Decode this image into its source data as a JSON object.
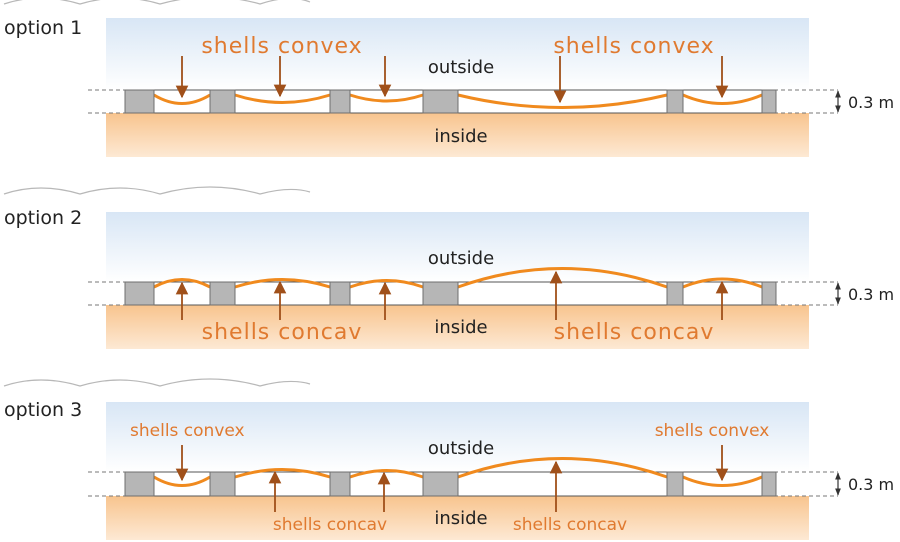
{
  "labels": {
    "outside": "outside",
    "inside": "inside",
    "thickness": "0.3 m"
  },
  "colors": {
    "shell_line": "#f08a1e",
    "arrow": "#a0501a",
    "label_text": "#e07a30",
    "pillar_fill": "#b6b6b6",
    "pillar_stroke": "#6f6f6f",
    "sky_top": "#dde9f6",
    "ground": "#f9c793",
    "cloud_stroke": "#b8b8b8"
  },
  "options": [
    {
      "title": "option 1",
      "shell_labels": [
        "shells convex",
        "shells convex"
      ],
      "spans": [
        {
          "direction": "convex",
          "label_index": 0
        },
        {
          "direction": "convex",
          "label_index": 0
        },
        {
          "direction": "convex",
          "label_index": 0
        },
        {
          "direction": "convex",
          "label_index": 1
        },
        {
          "direction": "convex",
          "label_index": 1
        }
      ]
    },
    {
      "title": "option 2",
      "shell_labels": [
        "shells concav",
        "shells concav"
      ],
      "spans": [
        {
          "direction": "concave",
          "label_index": 0
        },
        {
          "direction": "concave",
          "label_index": 0
        },
        {
          "direction": "concave",
          "label_index": 0
        },
        {
          "direction": "concave",
          "label_index": 1
        },
        {
          "direction": "concave",
          "label_index": 1
        }
      ]
    },
    {
      "title": "option 3",
      "shell_labels": [
        "shells convex",
        "shells concav",
        "shells concav",
        "shells convex"
      ],
      "spans": [
        {
          "direction": "convex",
          "label_index": 0
        },
        {
          "direction": "concave",
          "label_index": 1
        },
        {
          "direction": "concave",
          "label_index": 1
        },
        {
          "direction": "concave",
          "label_index": 2
        },
        {
          "direction": "convex",
          "label_index": 3
        }
      ]
    }
  ]
}
